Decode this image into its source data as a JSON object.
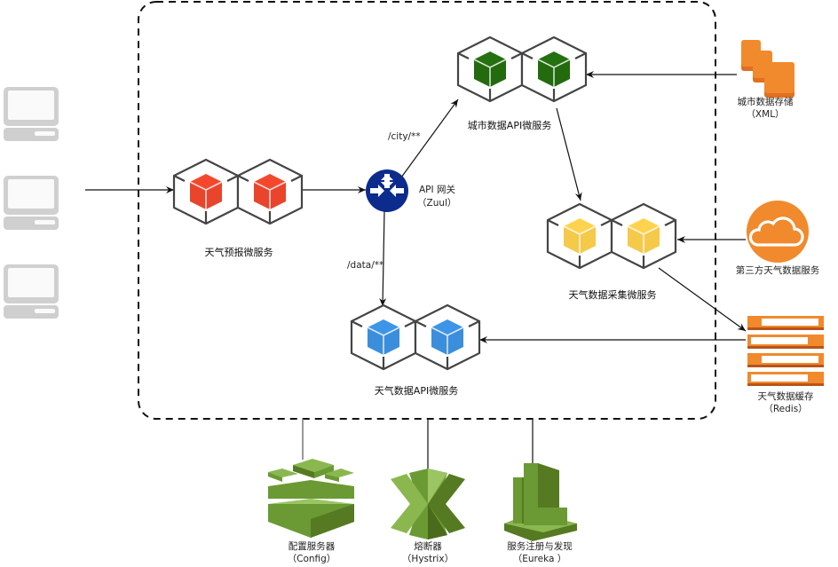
{
  "clients": [
    {
      "name": "client-computer-1"
    },
    {
      "name": "client-computer-2"
    },
    {
      "name": "client-computer-3"
    }
  ],
  "services": {
    "forecast": {
      "label": "天气预报微服务",
      "color": "#e8452c"
    },
    "city_api": {
      "label": "城市数据API微服务",
      "color": "#236b0e"
    },
    "collector": {
      "label": "天气数据采集微服务",
      "color": "#f5c94a"
    },
    "weather_api": {
      "label": "天气数据API微服务",
      "color": "#3b8edc"
    }
  },
  "gateway": {
    "line1": "API 网关",
    "line2": "（Zuul）",
    "color": "#0d2b8c",
    "routes": {
      "city": "/city/**",
      "data": "/data/**"
    }
  },
  "externals": {
    "city_storage": {
      "line1": "城市数据存储",
      "line2": "（XML）",
      "color": "#f08a2c"
    },
    "third_party": {
      "line1": "第三方天气数据服务",
      "color": "#f08a2c"
    },
    "cache": {
      "line1": "天气数据缓存",
      "line2": "（Redis）",
      "color": "#f08a2c"
    }
  },
  "infrastructure": {
    "config": {
      "line1": "配置服务器",
      "line2": "（Config）",
      "color": "#6b9a34"
    },
    "hystrix": {
      "line1": "熔断器",
      "line2": "（Hystrix）",
      "color": "#6b9a34"
    },
    "eureka": {
      "line1": "服务注册与发现",
      "line2": "（Eureka ）",
      "color": "#6b9a34"
    }
  }
}
